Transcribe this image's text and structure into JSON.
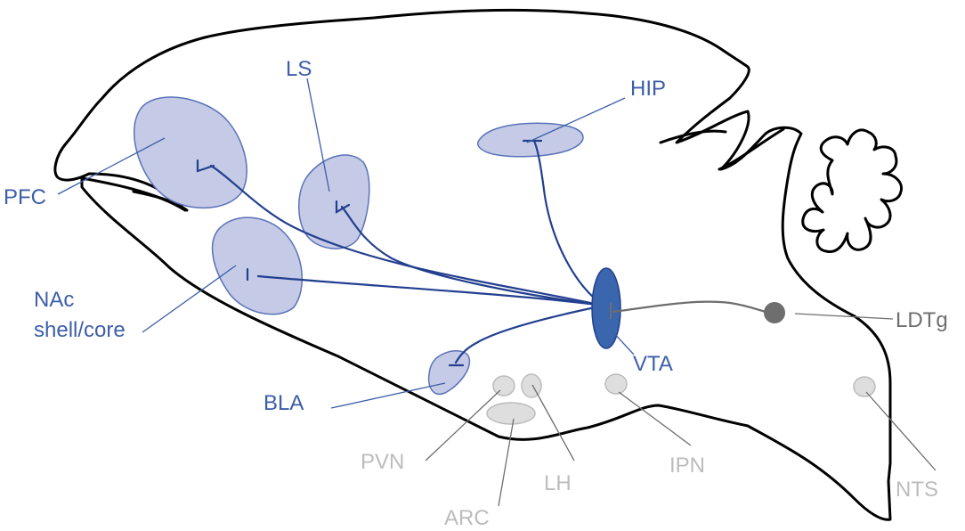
{
  "regions": {
    "pfc": "PFC",
    "ls": "LS",
    "hip": "HIP",
    "nac_line1": "NAc",
    "nac_line2": "shell/core",
    "bla": "BLA",
    "vta": "VTA",
    "ldtg": "LDTg",
    "pvn": "PVN",
    "arc": "ARC",
    "lh": "LH",
    "ipn": "IPN",
    "nts": "NTS"
  },
  "colors": {
    "outline": "#000000",
    "target_fill": "#c5cbe6",
    "target_stroke": "#5a72b8",
    "projection": "#233f8f",
    "vta_fill": "#3a66ae",
    "label_blue": "#3d5ea8",
    "label_grey": "#bcbcbc",
    "label_dark": "#6e6e6e",
    "ldtg_fill": "#6e6e6e",
    "grey_nucleus_fill": "#dedede",
    "grey_nucleus_stroke": "#bcbcbc"
  }
}
